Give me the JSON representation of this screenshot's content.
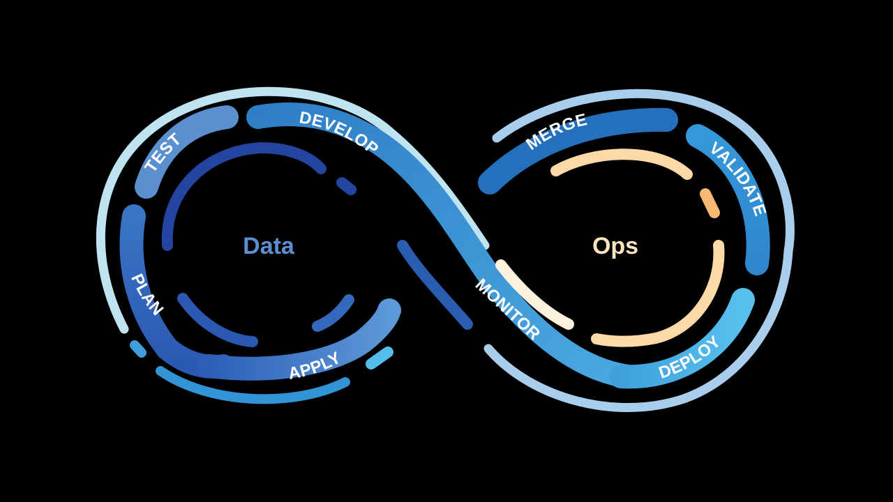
{
  "diagram": {
    "left_label": "Data",
    "right_label": "Ops",
    "stages": {
      "test": "TEST",
      "develop": "DEVELOP",
      "merge": "MERGE",
      "validate": "VALIDATE",
      "plan": "PLAN",
      "apply": "APPLY",
      "monitor": "MONITOR",
      "deploy": "DEPLOY"
    }
  },
  "colors": {
    "background": "#000000",
    "data_label": "#5b8fd0",
    "ops_label": "#fde4c0",
    "outer_light": "#bfe3f0",
    "outer_right": "#a9cdec",
    "band_blue": "#2f7fc6",
    "band_dark": "#2a5db0",
    "band_cyan": "#4fb8e8",
    "inner_dark": "#2345a0",
    "inner_peach": "#fcd9a6",
    "inner_orange": "#f5b971",
    "inner_cream": "#fff2dc"
  }
}
